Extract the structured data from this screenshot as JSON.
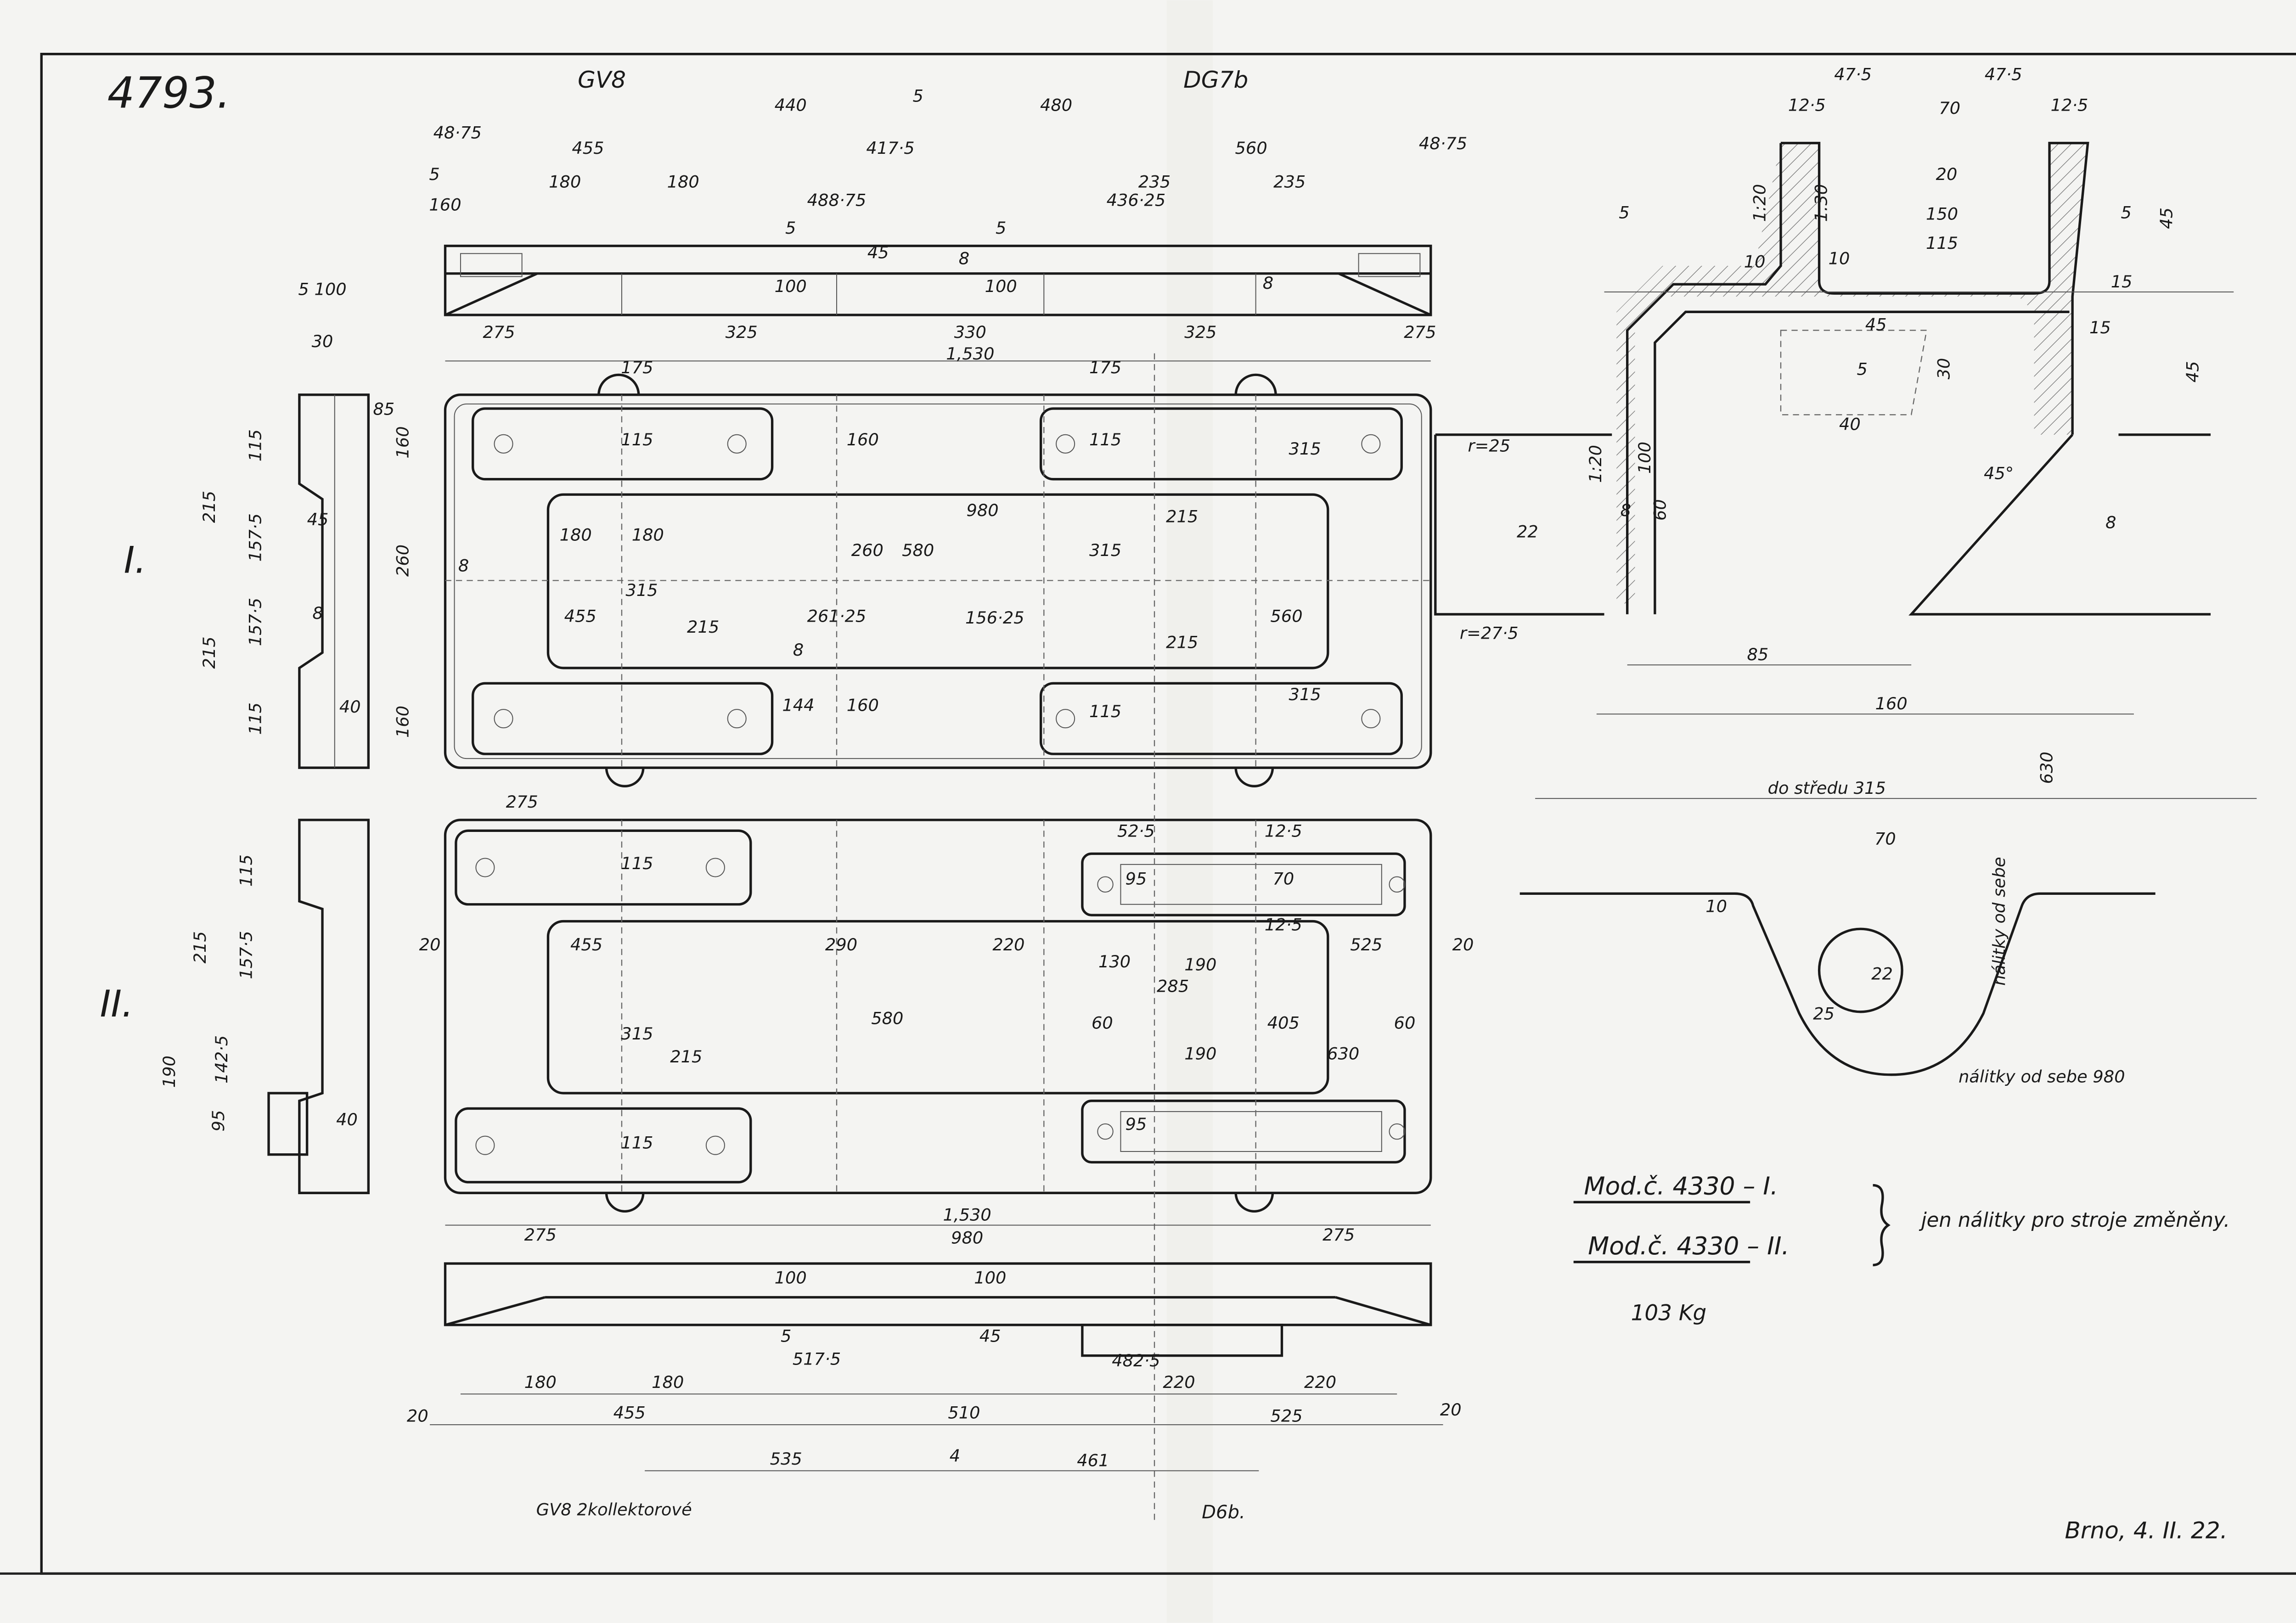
{
  "drawing": {
    "number": "4793.",
    "top_left_label": "GV8",
    "top_right_label": "DG7b",
    "bottom_left_label": "GV8 2kollektorové",
    "bottom_right_label": "D6b.",
    "variant_1": "I.",
    "variant_2": "II."
  },
  "dimensions": {
    "top": [
      "440",
      "5",
      "480",
      "48·75",
      "455",
      "417·5",
      "560",
      "48·75",
      "5",
      "180",
      "180",
      "235",
      "235",
      "160",
      "488·75",
      "436·25"
    ],
    "top_profile": [
      "275",
      "325",
      "330",
      "325",
      "275",
      "1,530",
      "100",
      "100",
      "45",
      "8",
      "8",
      "5",
      "5"
    ],
    "side": [
      "5 100",
      "30",
      "115",
      "215",
      "157·5",
      "45",
      "8",
      "157·5",
      "215",
      "115",
      "160",
      "260",
      "160",
      "85",
      "40",
      "115",
      "215",
      "157·5",
      "190",
      "142·5",
      "95",
      "40"
    ],
    "plate_1": [
      "980",
      "180",
      "180",
      "455",
      "261·25",
      "156·25",
      "560",
      "260",
      "580",
      "315",
      "215",
      "160",
      "115",
      "115",
      "315",
      "144",
      "160",
      "115",
      "315",
      "315",
      "215",
      "215",
      "r=25",
      "r=27·5",
      "8",
      "8",
      "175",
      "175"
    ],
    "plate_2": [
      "455",
      "290",
      "220",
      "525",
      "20",
      "20",
      "580",
      "315",
      "405",
      "630",
      "60",
      "60",
      "285",
      "130",
      "190",
      "190",
      "215",
      "115",
      "115",
      "95",
      "95",
      "70",
      "52·5",
      "12·5",
      "12·5",
      "275"
    ],
    "bottom": [
      "1,530",
      "980",
      "275",
      "275",
      "100",
      "100",
      "517·5",
      "482·5",
      "180",
      "180",
      "220",
      "220",
      "455",
      "510",
      "525",
      "20",
      "20",
      "535",
      "4",
      "461",
      "5",
      "45"
    ],
    "section": [
      "47·5",
      "47·5",
      "12·5",
      "70",
      "12·5",
      "20",
      "150",
      "115",
      "1:20",
      "1:30",
      "5",
      "5",
      "45",
      "15",
      "45",
      "5",
      "30",
      "40",
      "45°",
      "45",
      "15",
      "1:20",
      "100",
      "60",
      "8",
      "22",
      "8",
      "85",
      "160",
      "10",
      "10"
    ],
    "detail": [
      "do středu 315",
      "630",
      "70",
      "10",
      "22",
      "25",
      "nálitky od sebe",
      "nálitky od sebe 980"
    ]
  },
  "notes": {
    "model_1": "Mod.č. 4330 – I.",
    "model_2": "Mod.č. 4330 – II.",
    "remark": "jen nálitky pro stroje změněny.",
    "weight": "103 Kg",
    "date": "Brno, 4. II. 22."
  }
}
